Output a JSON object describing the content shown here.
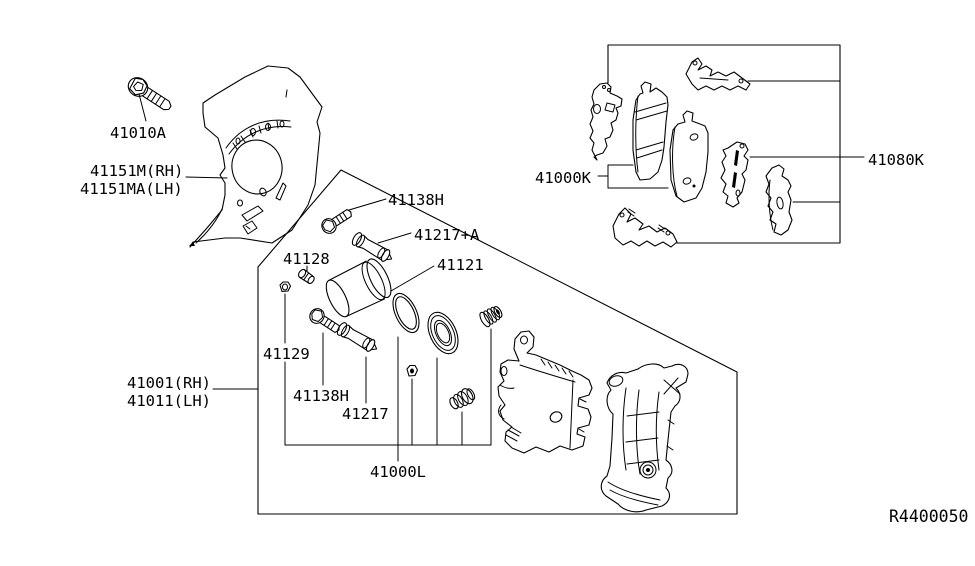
{
  "diagram": {
    "ref_code": "R4400050",
    "colors": {
      "ink": "#000000",
      "background": "#ffffff"
    },
    "labels": {
      "mount_bolt": "41010A",
      "splash_shield_rh": "41151M(RH)",
      "splash_shield_lh": "41151MA(LH)",
      "pin_bolt_upper": "41138H",
      "slide_pin_upper": "41217+A",
      "piston": "41121",
      "bleeder_cap": "41128",
      "cap": "41129",
      "pin_bolt_lower": "41138H",
      "slide_pin_lower": "41217",
      "caliper_assembly_rh": "41001(RH)",
      "caliper_assembly_lh": "41011(LH)",
      "seal_kit": "41000L",
      "pad_kit": "41000K",
      "pad_hardware_kit": "41080K"
    }
  }
}
